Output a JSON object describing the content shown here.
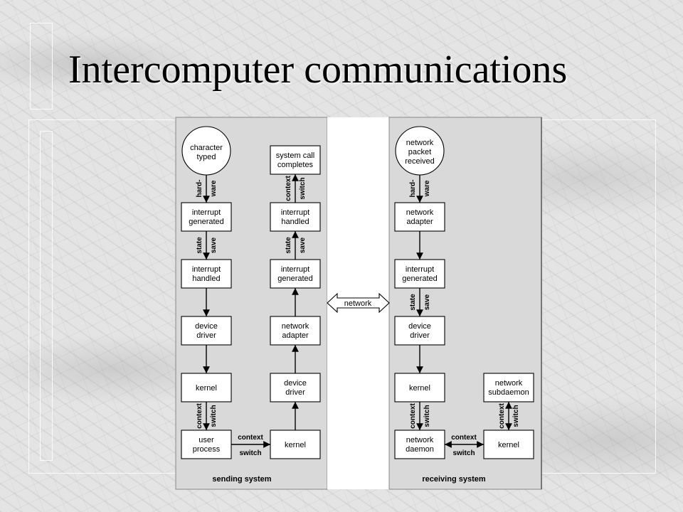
{
  "slide": {
    "title": "Intercomputer communications"
  },
  "diagram": {
    "network_label": "network",
    "sending": {
      "label": "sending system",
      "nodes": [
        {
          "key": "character_typed",
          "lines": [
            "character",
            "typed"
          ]
        },
        {
          "key": "interrupt_generated",
          "lines": [
            "interrupt",
            "generated"
          ]
        },
        {
          "key": "interrupt_handled",
          "lines": [
            "interrupt",
            "handled"
          ]
        },
        {
          "key": "device_driver",
          "lines": [
            "device",
            "driver"
          ]
        },
        {
          "key": "kernel",
          "lines": [
            "kernel"
          ]
        },
        {
          "key": "user_process",
          "lines": [
            "user",
            "process"
          ]
        },
        {
          "key": "kernel_2",
          "lines": [
            "kernel"
          ]
        },
        {
          "key": "device_driver_2",
          "lines": [
            "device",
            "driver"
          ]
        },
        {
          "key": "network_adapter",
          "lines": [
            "network",
            "adapter"
          ]
        },
        {
          "key": "interrupt_generated_2",
          "lines": [
            "interrupt",
            "generated"
          ]
        },
        {
          "key": "interrupt_handled_2",
          "lines": [
            "interrupt",
            "handled"
          ]
        },
        {
          "key": "system_call_completes",
          "lines": [
            "system call",
            "completes"
          ]
        }
      ],
      "edge_labels": [
        {
          "key": "hardware",
          "lines": [
            "hard-",
            "ware"
          ]
        },
        {
          "key": "state_save",
          "lines": [
            "state",
            "save"
          ]
        },
        {
          "key": "context_switch_a",
          "lines": [
            "context",
            "switch"
          ]
        },
        {
          "key": "context_switch_b",
          "lines": [
            "context",
            "switch"
          ]
        },
        {
          "key": "state_save_2",
          "lines": [
            "state",
            "save"
          ]
        },
        {
          "key": "context_switch_c",
          "lines": [
            "context",
            "switch"
          ]
        }
      ]
    },
    "receiving": {
      "label": "receiving system",
      "nodes": [
        {
          "key": "network_packet_received",
          "lines": [
            "network",
            "packet",
            "received"
          ]
        },
        {
          "key": "network_adapter",
          "lines": [
            "network",
            "adapter"
          ]
        },
        {
          "key": "interrupt_generated",
          "lines": [
            "interrupt",
            "generated"
          ]
        },
        {
          "key": "device_driver",
          "lines": [
            "device",
            "driver"
          ]
        },
        {
          "key": "kernel",
          "lines": [
            "kernel"
          ]
        },
        {
          "key": "network_daemon",
          "lines": [
            "network",
            "daemon"
          ]
        },
        {
          "key": "kernel_2",
          "lines": [
            "kernel"
          ]
        },
        {
          "key": "network_subdaemon",
          "lines": [
            "network",
            "subdaemon"
          ]
        }
      ],
      "edge_labels": [
        {
          "key": "hardware",
          "lines": [
            "hard-",
            "ware"
          ]
        },
        {
          "key": "state_save",
          "lines": [
            "state",
            "save"
          ]
        },
        {
          "key": "context_switch_a",
          "lines": [
            "context",
            "switch"
          ]
        },
        {
          "key": "context_switch_b",
          "lines": [
            "context",
            "switch"
          ]
        },
        {
          "key": "context_switch_c",
          "lines": [
            "context",
            "switch"
          ]
        }
      ]
    }
  }
}
